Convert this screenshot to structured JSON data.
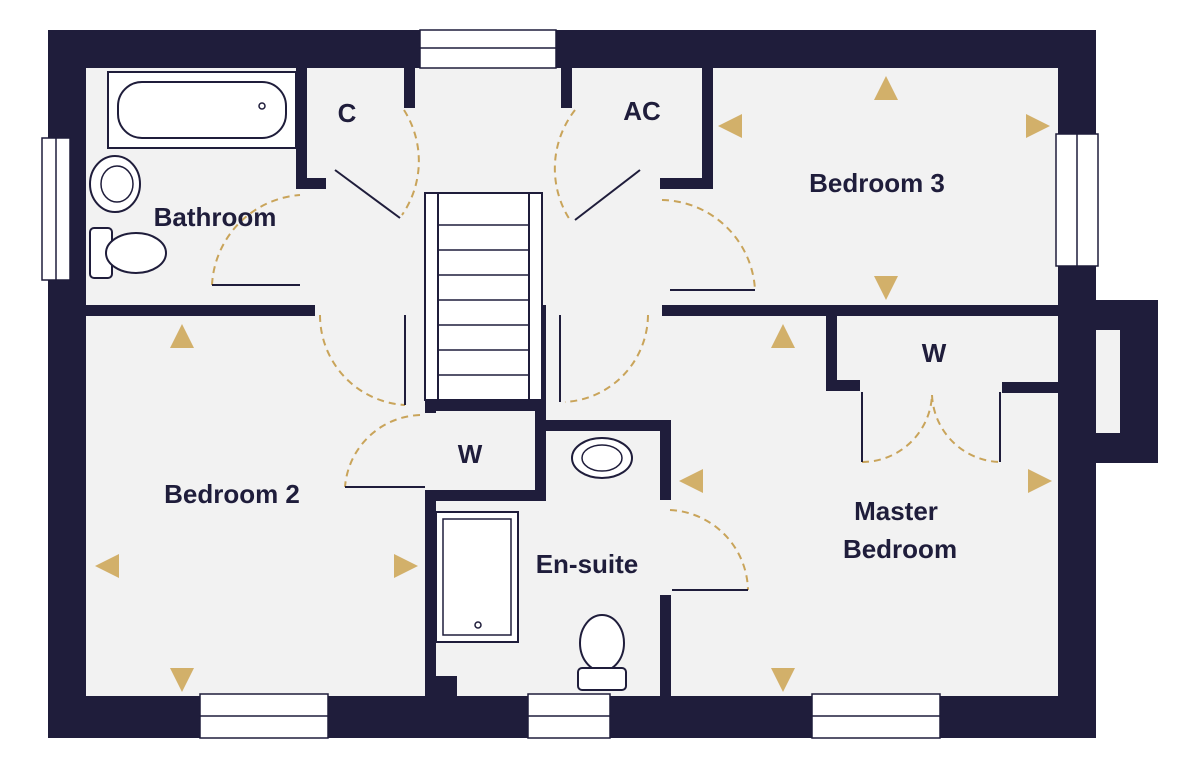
{
  "plan": {
    "colors": {
      "wall": "#1f1d3b",
      "floor": "#f2f2f2",
      "door_swing": "#c9a45a",
      "dimension_marker": "#d2b06a"
    },
    "rooms": {
      "bathroom": "Bathroom",
      "cupboard": "C",
      "airing_cupboard": "AC",
      "bedroom_3": "Bedroom 3",
      "wardrobe_landing": "W",
      "wardrobe_master": "W",
      "bedroom_2": "Bedroom 2",
      "en_suite": "En-suite",
      "master_line1": "Master",
      "master_line2": "Bedroom"
    }
  }
}
